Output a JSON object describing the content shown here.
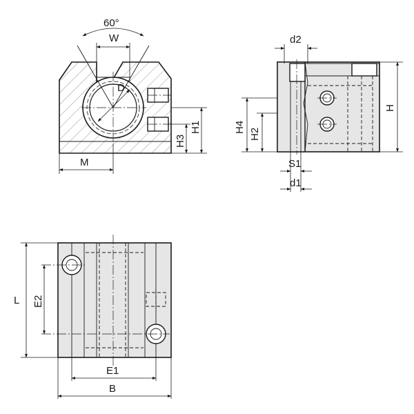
{
  "labels": {
    "angle": "60°",
    "W": "W",
    "D": "D",
    "M": "M",
    "H1": "H1",
    "H3": "H3",
    "d2": "d2",
    "H": "H",
    "H4": "H4",
    "H2": "H2",
    "S1": "S1",
    "d1": "d1",
    "L": "L",
    "E2": "E2",
    "E1": "E1",
    "B": "B"
  },
  "colors": {
    "line": "#1a1a1a",
    "body_fill": "#e6e6e6",
    "background": "#ffffff"
  }
}
